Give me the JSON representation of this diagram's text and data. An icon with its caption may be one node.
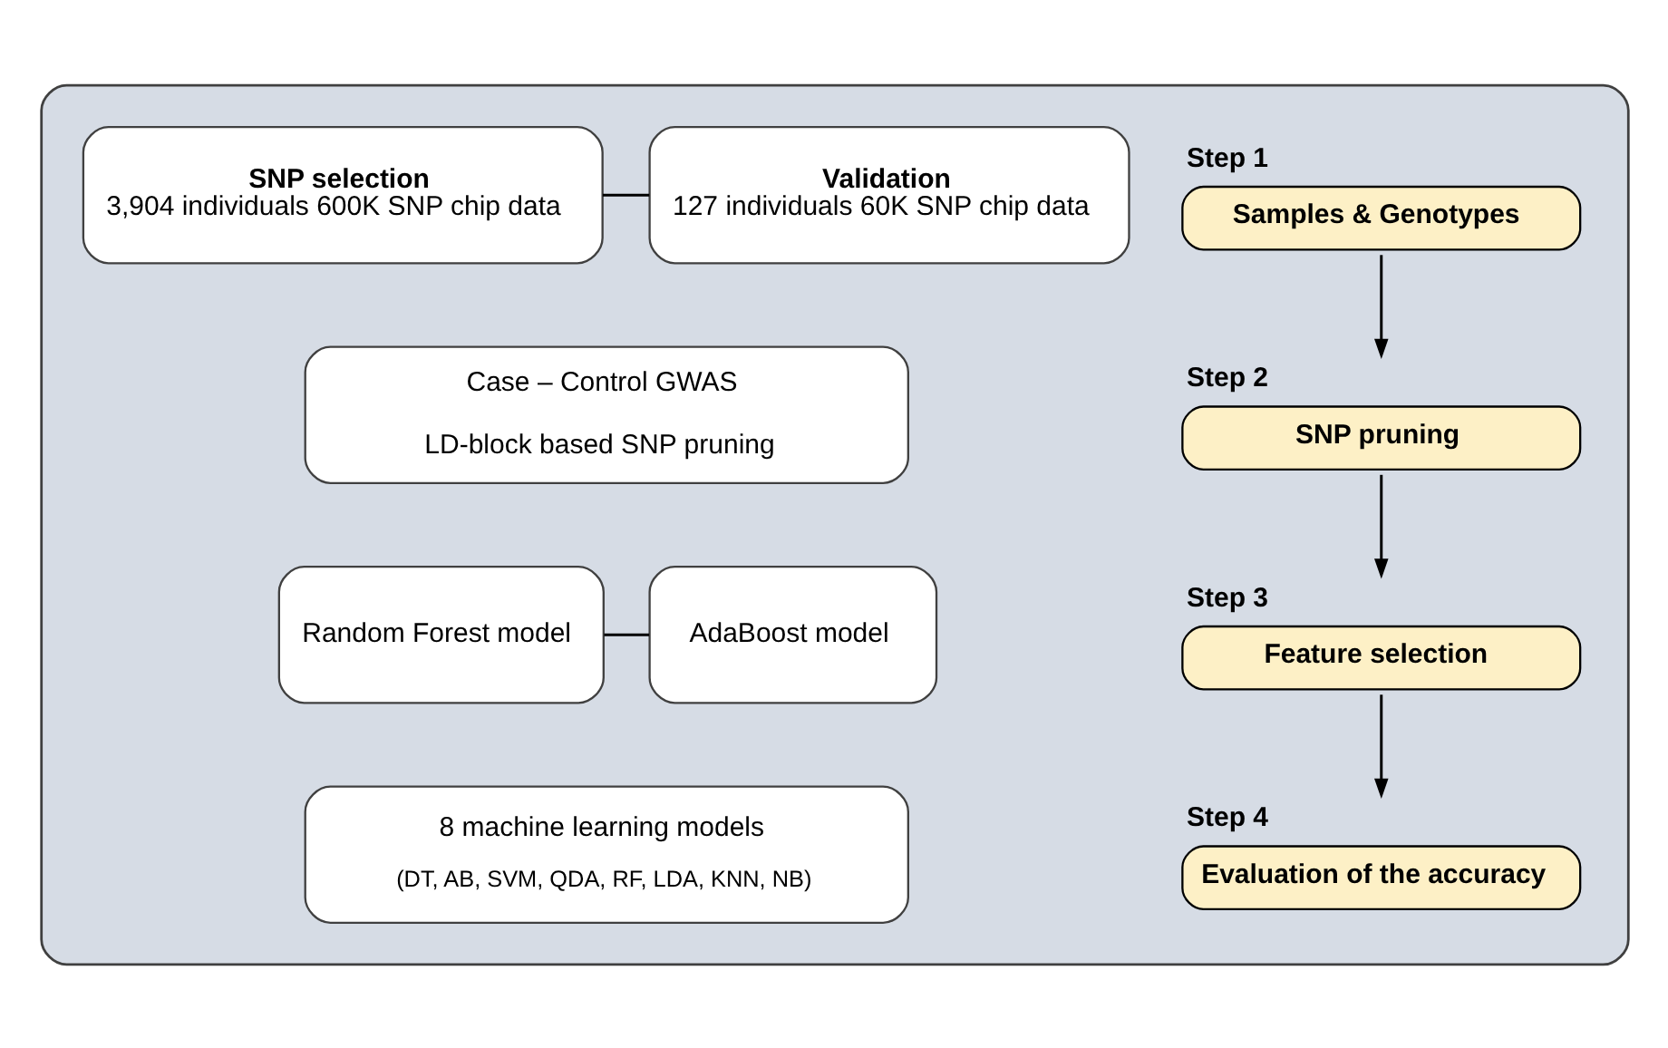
{
  "diagram": {
    "nodes": [
      {
        "text": [],
        "shape": "box"
      },
      {
        "text": [
          "Step 1",
          "Samples & Genotypes"
        ],
        "in": 0
      },
      {
        "text": [
          "SNP selection",
          "3,904 individuals 600K SNP chip data"
        ],
        "in": 0
      },
      {
        "text": [
          "Validation",
          "127 individuals 60K SNP chip data"
        ],
        "in": 0
      },
      {
        "text": [
          "Step 2",
          "SNP pruning"
        ],
        "in": 0
      },
      {
        "text": [
          "Case – Control GWAS",
          "LD-block based SNP pruning"
        ],
        "in": 0
      },
      {
        "text": [
          "Step 3",
          "Feature selection"
        ],
        "in": 0
      },
      {
        "text": [
          "Random Forest model"
        ],
        "in": 0
      },
      {
        "text": [
          "AdaBoost model"
        ],
        "in": 0
      },
      {
        "text": [
          "Step 4",
          "Evaluation of the accuracy"
        ],
        "in": 0
      },
      {
        "text": [
          "8 machine learning models",
          "(DT, AB, SVM, QDA, RF, LDA, KNN, NB)"
        ],
        "in": 0
      }
    ],
    "edges": [
      {
        "from": 1,
        "to": 4,
        "arrow": "to"
      },
      {
        "from": 2,
        "to": 3,
        "arrow": "none"
      },
      {
        "from": 4,
        "to": 6,
        "arrow": "to"
      },
      {
        "from": 7,
        "to": 8,
        "arrow": "none"
      },
      {
        "from": 6,
        "to": 9,
        "arrow": "to"
      }
    ]
  }
}
